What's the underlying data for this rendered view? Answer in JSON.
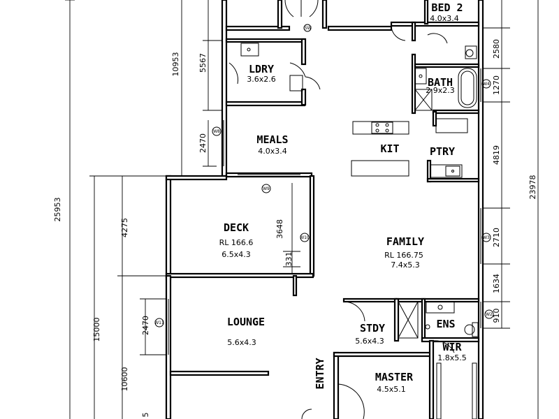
{
  "rooms": {
    "bed2": {
      "name": "BED 2",
      "size": "4.0x3.4"
    },
    "ldry": {
      "name": "LDRY",
      "size": "3.6x2.6"
    },
    "bath": {
      "name": "BATH",
      "size": "2.9x2.3"
    },
    "meals": {
      "name": "MEALS",
      "size": "4.0x3.4"
    },
    "kit": {
      "name": "KIT"
    },
    "ptry": {
      "name": "PTRY"
    },
    "deck": {
      "name": "DECK",
      "level": "RL 166.6",
      "size": "6.5x4.3"
    },
    "family": {
      "name": "FAMILY",
      "level": "RL 166.75",
      "size": "7.4x5.3"
    },
    "lounge": {
      "name": "LOUNGE",
      "size": "5.6x4.3"
    },
    "stdy": {
      "name": "STDY",
      "size": "5.6x4.3"
    },
    "ens": {
      "name": "ENS"
    },
    "wir": {
      "name": "WIR",
      "size": "1.8x5.5"
    },
    "master": {
      "name": "MASTER",
      "size": "4.5x5.1"
    },
    "entry": {
      "name": "ENTRY"
    }
  },
  "dimensions": {
    "left": [
      "25953",
      "10953",
      "5567",
      "2470",
      "4275",
      "3648",
      "331",
      "15000",
      "10600",
      "2470",
      "5"
    ],
    "right": [
      "2580",
      "1270",
      "4819",
      "2710",
      "1634",
      "910",
      "23978"
    ]
  },
  "window_tags": [
    "W8",
    "W9",
    "W10",
    "W11",
    "W4",
    "W3",
    "W2"
  ]
}
